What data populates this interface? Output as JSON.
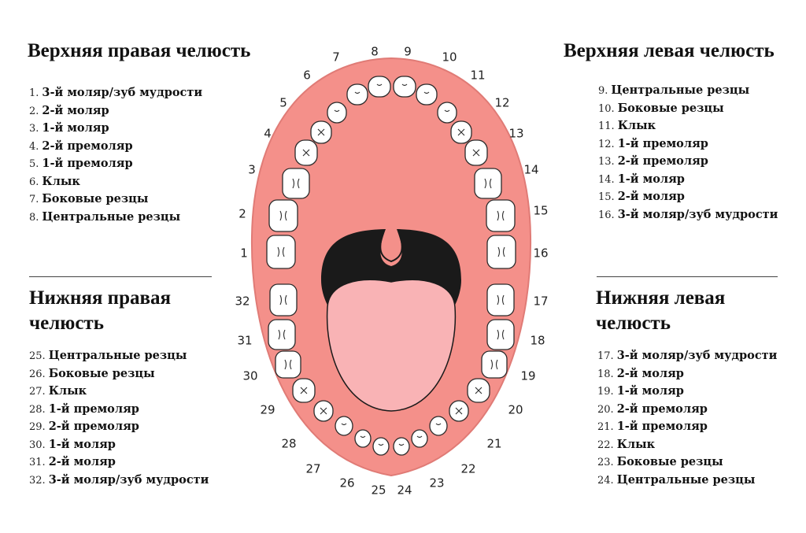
{
  "upper_right": {
    "title": "Верхняя правая челюсть",
    "items": [
      {
        "n": "1.",
        "name": "3-й моляр/зуб мудрости"
      },
      {
        "n": "2.",
        "name": "2-й моляр"
      },
      {
        "n": "3.",
        "name": "1-й моляр"
      },
      {
        "n": "4.",
        "name": "2-й премоляр"
      },
      {
        "n": "5.",
        "name": "1-й премоляр"
      },
      {
        "n": "6.",
        "name": "Клык"
      },
      {
        "n": "7.",
        "name": "Боковые резцы"
      },
      {
        "n": "8.",
        "name": "Центральные резцы"
      }
    ]
  },
  "upper_left": {
    "title": "Верхняя левая челюсть",
    "items": [
      {
        "n": "9.",
        "name": "Центральные резцы"
      },
      {
        "n": "10.",
        "name": "Боковые резцы"
      },
      {
        "n": "11.",
        "name": "Клык"
      },
      {
        "n": "12.",
        "name": "1-й премоляр"
      },
      {
        "n": "13.",
        "name": "2-й премоляр"
      },
      {
        "n": "14.",
        "name": "1-й моляр"
      },
      {
        "n": "15.",
        "name": "2-й моляр"
      },
      {
        "n": "16.",
        "name": "3-й моляр/зуб мудрости"
      }
    ]
  },
  "lower_right": {
    "title_line1": "Нижняя правая",
    "title_line2": "челюсть",
    "items": [
      {
        "n": "25.",
        "name": "Центральные резцы"
      },
      {
        "n": "26.",
        "name": "Боковые резцы"
      },
      {
        "n": "27.",
        "name": "Клык"
      },
      {
        "n": "28.",
        "name": "1-й премоляр"
      },
      {
        "n": "29.",
        "name": "2-й премоляр"
      },
      {
        "n": "30.",
        "name": "1-й моляр"
      },
      {
        "n": "31.",
        "name": "2-й моляр"
      },
      {
        "n": "32.",
        "name": "3-й моляр/зуб мудрости"
      }
    ]
  },
  "lower_left": {
    "title_line1": "Нижняя левая",
    "title_line2": "челюсть",
    "items": [
      {
        "n": "17.",
        "name": "3-й моляр/зуб мудрости"
      },
      {
        "n": "18.",
        "name": "2-й моляр"
      },
      {
        "n": "19.",
        "name": "1-й моляр"
      },
      {
        "n": "20.",
        "name": "2-й премоляр"
      },
      {
        "n": "21.",
        "name": "1-й премоляр"
      },
      {
        "n": "22.",
        "name": "Клык"
      },
      {
        "n": "23.",
        "name": "Боковые резцы"
      },
      {
        "n": "24.",
        "name": "Центральные резцы"
      }
    ]
  },
  "diagram": {
    "tooth_numbers": [
      "1",
      "2",
      "3",
      "4",
      "5",
      "6",
      "7",
      "8",
      "9",
      "10",
      "11",
      "12",
      "13",
      "14",
      "15",
      "16",
      "17",
      "18",
      "19",
      "20",
      "21",
      "22",
      "23",
      "24",
      "25",
      "26",
      "27",
      "28",
      "29",
      "30",
      "31",
      "32"
    ],
    "colors": {
      "gum": "#f4908a",
      "gum_outline": "#e07b76",
      "tooth": "#ffffff",
      "tooth_outline": "#2b2b2b",
      "throat": "#1a1a1a",
      "tongue": "#f9b3b5"
    }
  }
}
